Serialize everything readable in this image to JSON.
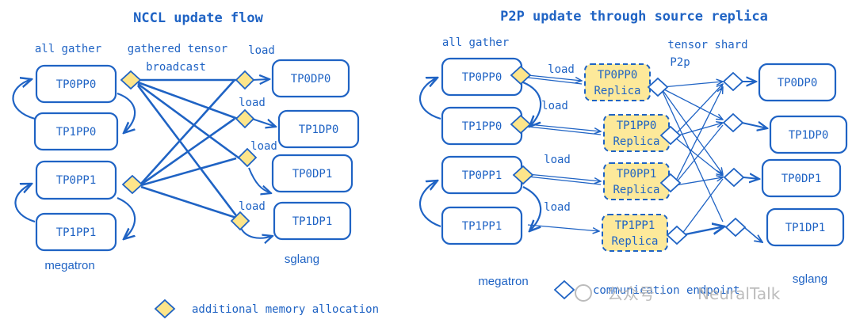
{
  "left": {
    "title": "NCCL update flow",
    "all_gather": "all gather",
    "gathered_tensor": "gathered tensor",
    "broadcast": "broadcast",
    "load_labels": [
      "load",
      "load",
      "load",
      "load"
    ],
    "megatron": "megatron",
    "sglang": "sglang",
    "megatron_nodes": [
      "TP0PP0",
      "TP1PP0",
      "TP0PP1",
      "TP1PP1"
    ],
    "sglang_nodes": [
      "TP0DP0",
      "TP1DP0",
      "TP0DP1",
      "TP1DP1"
    ]
  },
  "right": {
    "title": "P2P update through source replica",
    "all_gather": "all gather",
    "tensor_shard": "tensor shard",
    "p2p": "P2p",
    "load_labels": [
      "load",
      "load",
      "load",
      "load"
    ],
    "megatron": "megatron",
    "sglang": "sglang",
    "megatron_nodes": [
      "TP0PP0",
      "TP1PP0",
      "TP0PP1",
      "TP1PP1"
    ],
    "replicas": [
      {
        "name": "TP0PP0",
        "sub": "Replica"
      },
      {
        "name": "TP1PP0",
        "sub": "Replica"
      },
      {
        "name": "TP0PP1",
        "sub": "Replica"
      },
      {
        "name": "TP1PP1",
        "sub": "Replica"
      }
    ],
    "sglang_nodes": [
      "TP0DP0",
      "TP1DP0",
      "TP0DP1",
      "TP1DP1"
    ]
  },
  "legend": {
    "memory": "additional memory allocation",
    "endpoint": "communication endpoint"
  },
  "watermark": {
    "platform": "公众号 ·",
    "account": "NeuralTalk"
  },
  "colors": {
    "stroke": "#1f63c4",
    "highlight": "#fde58a",
    "replica_fill": "#fde99a"
  }
}
